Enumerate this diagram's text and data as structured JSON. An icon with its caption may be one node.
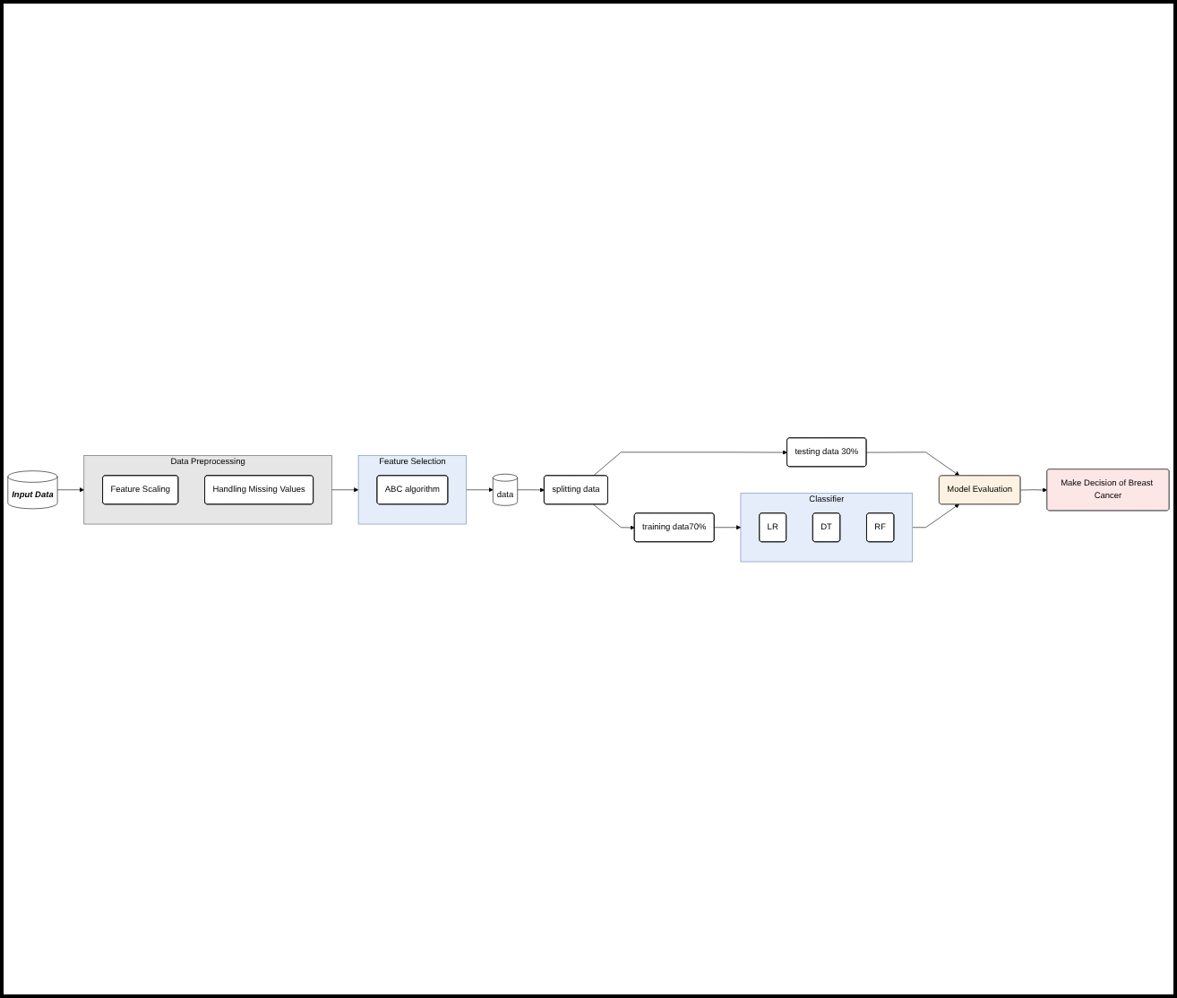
{
  "diagram": {
    "nodes": [
      {
        "text": [
          "Input Data"
        ]
      },
      {
        "text": [
          "Data Preprocessing"
        ]
      },
      {
        "text": [
          "Feature Scaling"
        ],
        "in": 1
      },
      {
        "text": [
          "Handling Missing Values"
        ],
        "in": 1
      },
      {
        "text": [
          "Feature Selection"
        ]
      },
      {
        "text": [
          "ABC algorithm"
        ],
        "in": 4
      },
      {
        "text": [
          "data"
        ]
      },
      {
        "text": [
          "splitting data"
        ]
      },
      {
        "text": [
          "training data70%"
        ]
      },
      {
        "text": [
          "testing data 30%"
        ]
      },
      {
        "text": [
          "Classifier"
        ]
      },
      {
        "text": [
          "LR"
        ],
        "in": 10
      },
      {
        "text": [
          "DT"
        ],
        "in": 10
      },
      {
        "text": [
          "RF"
        ],
        "in": 10
      },
      {
        "text": [
          "Model Evaluation"
        ]
      },
      {
        "text": [
          "Make Decision of Breast Cancer"
        ]
      }
    ],
    "edges": [
      {
        "from": 0,
        "to": 1,
        "arrow": "to"
      },
      {
        "from": 1,
        "to": 4,
        "arrow": "to"
      },
      {
        "from": 4,
        "to": 6,
        "arrow": "to"
      },
      {
        "from": 6,
        "to": 7,
        "arrow": "to"
      },
      {
        "from": 7,
        "to": 8,
        "arrow": "to"
      },
      {
        "from": 7,
        "to": 9,
        "arrow": "to"
      },
      {
        "from": 8,
        "to": 10,
        "arrow": "to"
      },
      {
        "from": 10,
        "to": 14,
        "arrow": "to"
      },
      {
        "from": 9,
        "to": 14,
        "arrow": "to"
      },
      {
        "from": 14,
        "to": 15,
        "arrow": "to"
      }
    ]
  }
}
